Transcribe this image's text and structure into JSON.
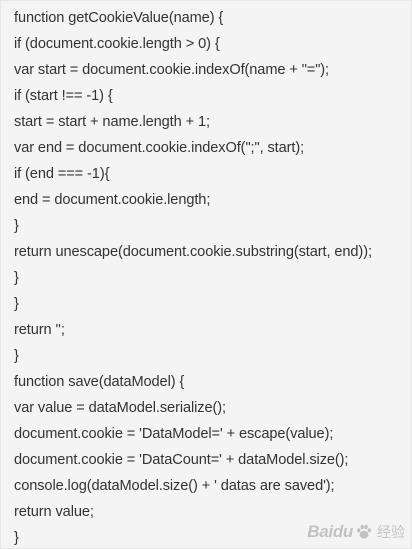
{
  "code": {
    "lines": [
      "function getCookieValue(name) {",
      "if (document.cookie.length > 0) {",
      "var start = document.cookie.indexOf(name + \"=\");",
      "if (start !== -1) {",
      "start = start + name.length + 1;",
      "var end = document.cookie.indexOf(\";\", start);",
      "if (end === -1){",
      "end = document.cookie.length;",
      "}",
      "return unescape(document.cookie.substring(start, end));",
      "}",
      "}",
      "return '';",
      "}",
      "function save(dataModel) {",
      "var value = dataModel.serialize();",
      "document.cookie = 'DataModel=' + escape(value);",
      "document.cookie = 'DataCount=' + dataModel.size();",
      "console.log(dataModel.size() + ' datas are saved');",
      "return value;",
      "}"
    ]
  },
  "watermark": {
    "logo": "Baidu",
    "sub": "经验",
    "icon": "baidu-paw-icon"
  }
}
